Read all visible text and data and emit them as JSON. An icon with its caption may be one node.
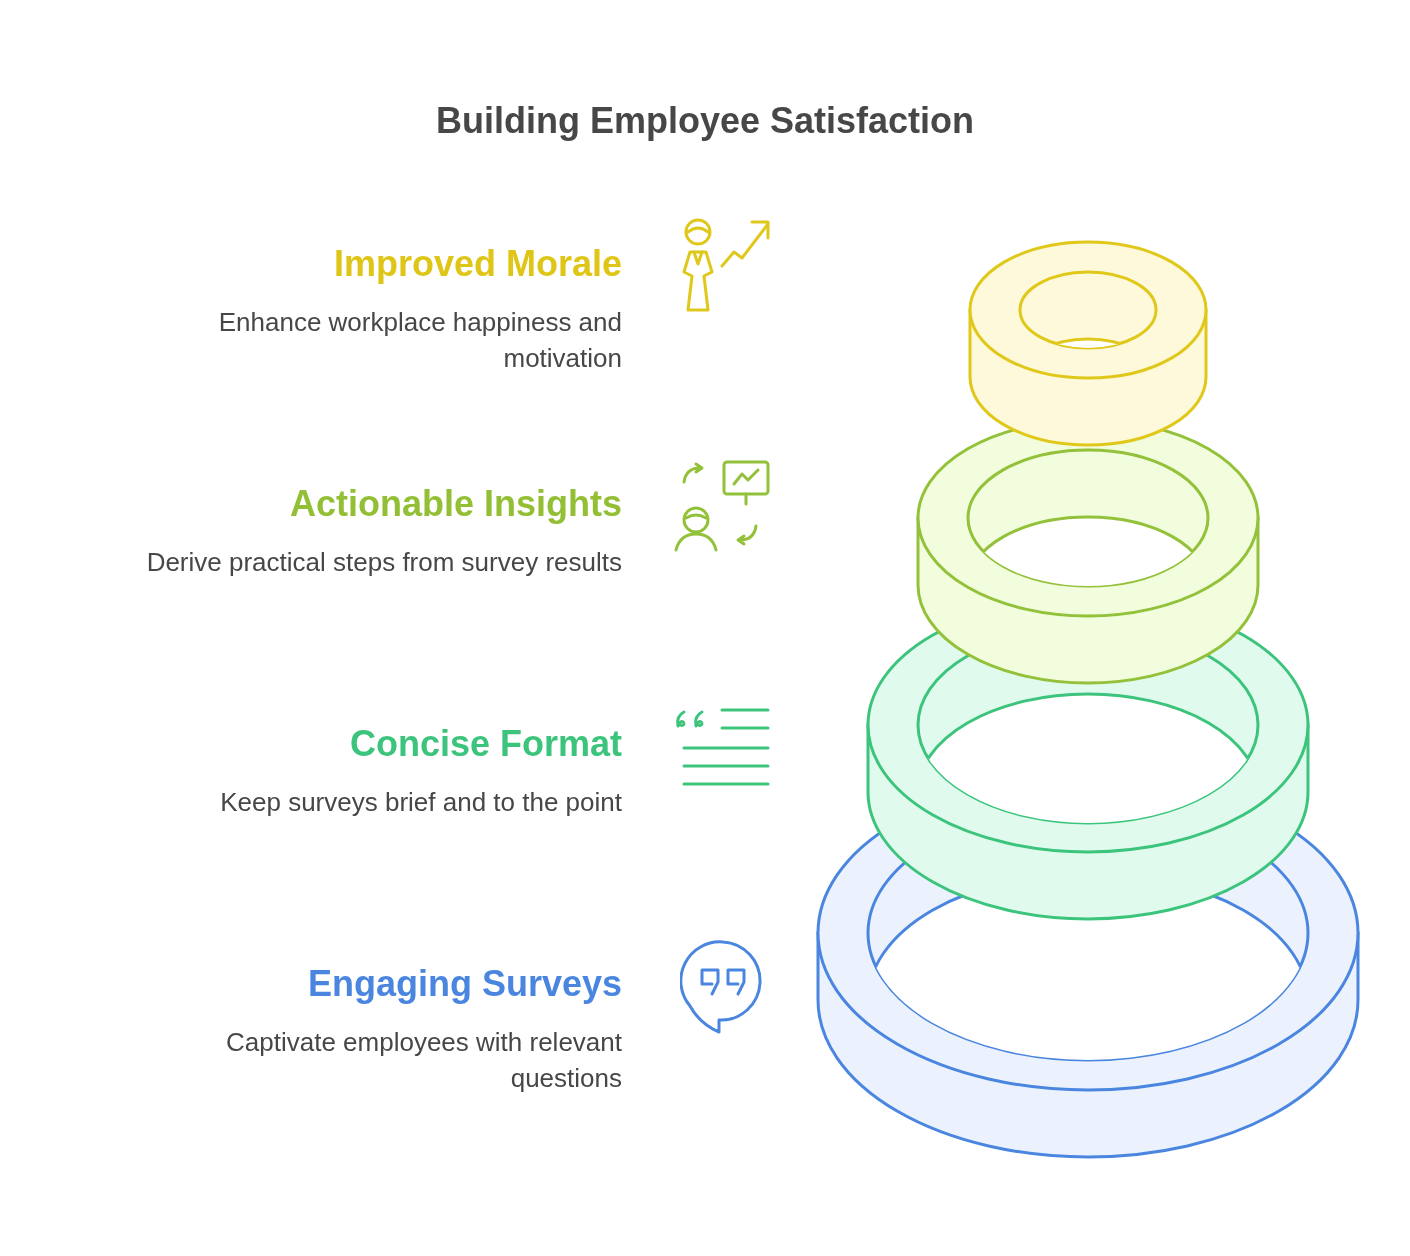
{
  "diagram": {
    "title": "Building Employee Satisfaction",
    "labels": [
      "Improved Morale",
      "Enhance workplace happiness and motivation",
      "Actionable Insights",
      "Derive practical steps from survey results",
      "Concise Format",
      "Keep surveys brief and to the point",
      "Engaging Surveys",
      "Captivate employees with relevant questions"
    ]
  }
}
